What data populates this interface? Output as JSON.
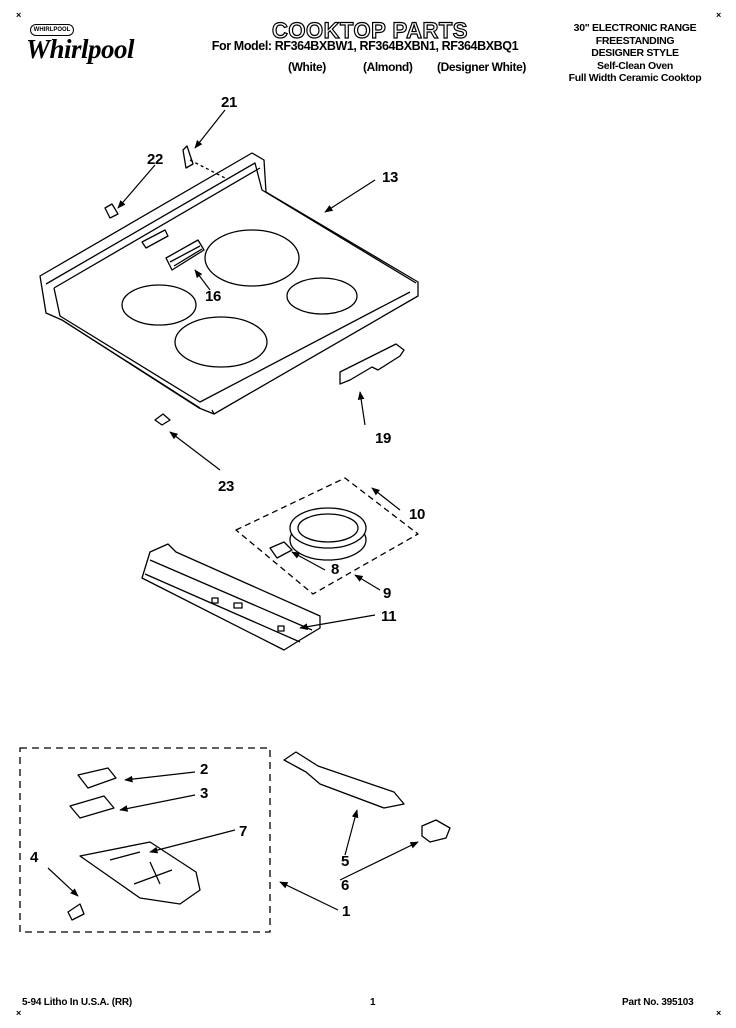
{
  "header": {
    "brand_badge": "WHIRLPOOL",
    "brand": "Whirlpool",
    "title": "COOKTOP PARTS",
    "model_line": "For Model: RF364BXBW1, RF364BXBN1, RF364BXBQ1",
    "variants": [
      "(White)",
      "(Almond)",
      "(Designer White)"
    ],
    "product_lines": [
      "30\" ELECTRONIC RANGE",
      "FREESTANDING",
      "DESIGNER STYLE",
      "Self-Clean Oven",
      "Full Width Ceramic Cooktop"
    ]
  },
  "callouts": {
    "c1": "1",
    "c2": "2",
    "c3": "3",
    "c4": "4",
    "c5": "5",
    "c6": "6",
    "c7": "7",
    "c8": "8",
    "c9": "9",
    "c10": "10",
    "c11": "11",
    "c13": "13",
    "c16": "16",
    "c19": "19",
    "c21": "21",
    "c22": "22",
    "c23": "23"
  },
  "footer": {
    "litho": "5-94 Litho In U.S.A. (RR)",
    "page_number": "1",
    "part_number": "Part No. 395103"
  }
}
